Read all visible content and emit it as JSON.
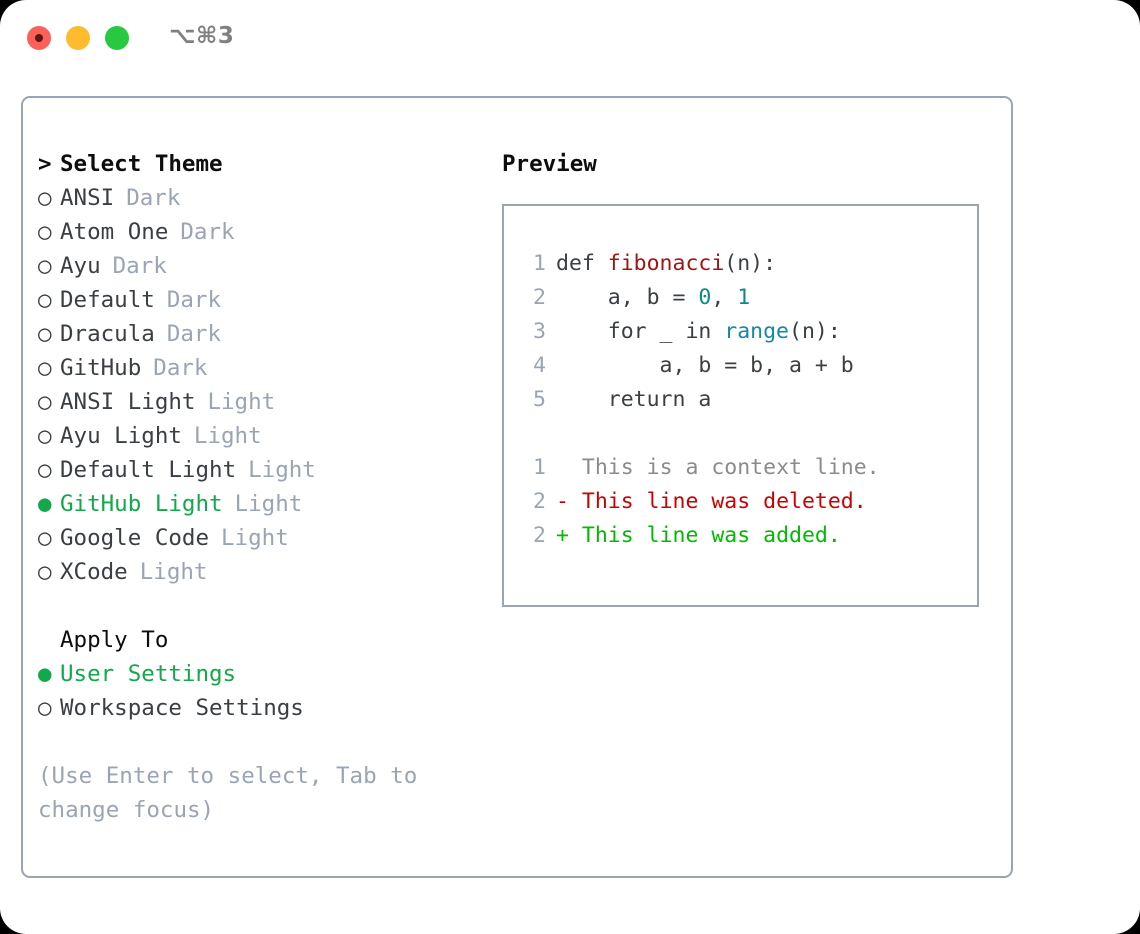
{
  "titlebar": {
    "shortcut": "⌥⌘3",
    "buttons": [
      "close",
      "minimize",
      "maximize"
    ]
  },
  "theme_picker": {
    "header": "> Select Theme",
    "header_caret": ">",
    "header_label": "Select Theme",
    "items": [
      {
        "marker": "○",
        "label": "ANSI",
        "variant": "Dark",
        "selected": false
      },
      {
        "marker": "○",
        "label": "Atom One",
        "variant": "Dark",
        "selected": false
      },
      {
        "marker": "○",
        "label": "Ayu",
        "variant": "Dark",
        "selected": false
      },
      {
        "marker": "○",
        "label": "Default",
        "variant": "Dark",
        "selected": false
      },
      {
        "marker": "○",
        "label": "Dracula",
        "variant": "Dark",
        "selected": false
      },
      {
        "marker": "○",
        "label": "GitHub",
        "variant": "Dark",
        "selected": false
      },
      {
        "marker": "○",
        "label": "ANSI Light",
        "variant": "Light",
        "selected": false
      },
      {
        "marker": "○",
        "label": "Ayu Light",
        "variant": "Light",
        "selected": false
      },
      {
        "marker": "○",
        "label": "Default Light",
        "variant": "Light",
        "selected": false
      },
      {
        "marker": "●",
        "label": "GitHub Light",
        "variant": "Light",
        "selected": true
      },
      {
        "marker": "○",
        "label": "Google Code",
        "variant": "Light",
        "selected": false
      },
      {
        "marker": "○",
        "label": "XCode",
        "variant": "Light",
        "selected": false
      }
    ]
  },
  "apply_to": {
    "header": "Apply To",
    "options": [
      {
        "marker": "●",
        "label": "User Settings",
        "selected": true
      },
      {
        "marker": "○",
        "label": "Workspace Settings",
        "selected": false
      }
    ]
  },
  "hint": "(Use Enter to select, Tab to change focus)",
  "preview": {
    "title": "Preview",
    "code_lines": [
      {
        "no": "1",
        "segments": [
          {
            "text": "def ",
            "type": "plain"
          },
          {
            "text": "fibonacci",
            "type": "fn"
          },
          {
            "text": "(n):",
            "type": "plain"
          }
        ]
      },
      {
        "no": "2",
        "segments": [
          {
            "text": "    a, b = ",
            "type": "plain"
          },
          {
            "text": "0",
            "type": "num"
          },
          {
            "text": ", ",
            "type": "plain"
          },
          {
            "text": "1",
            "type": "num"
          }
        ]
      },
      {
        "no": "3",
        "segments": [
          {
            "text": "    for _ in ",
            "type": "plain"
          },
          {
            "text": "range",
            "type": "builtin"
          },
          {
            "text": "(n):",
            "type": "plain"
          }
        ]
      },
      {
        "no": "4",
        "segments": [
          {
            "text": "        a, b = b, a + b",
            "type": "plain"
          }
        ]
      },
      {
        "no": "5",
        "segments": [
          {
            "text": "    return a",
            "type": "plain"
          }
        ]
      }
    ],
    "diff_lines": [
      {
        "no": "1",
        "sign": " ",
        "text": "This is a context line.",
        "kind": "context"
      },
      {
        "no": "2",
        "sign": "-",
        "text": "This line was deleted.",
        "kind": "deleted"
      },
      {
        "no": "2",
        "sign": "+",
        "text": "This line was added.",
        "kind": "added"
      }
    ]
  },
  "colors": {
    "accent_green": "#13a84a",
    "diff_add": "#00bb00",
    "diff_del": "#cc0000",
    "muted": "#9aa5b4",
    "border": "#9aa5b4",
    "traffic_red": "#fb6158",
    "traffic_amber": "#fcbc2e",
    "traffic_green": "#26c93f"
  }
}
